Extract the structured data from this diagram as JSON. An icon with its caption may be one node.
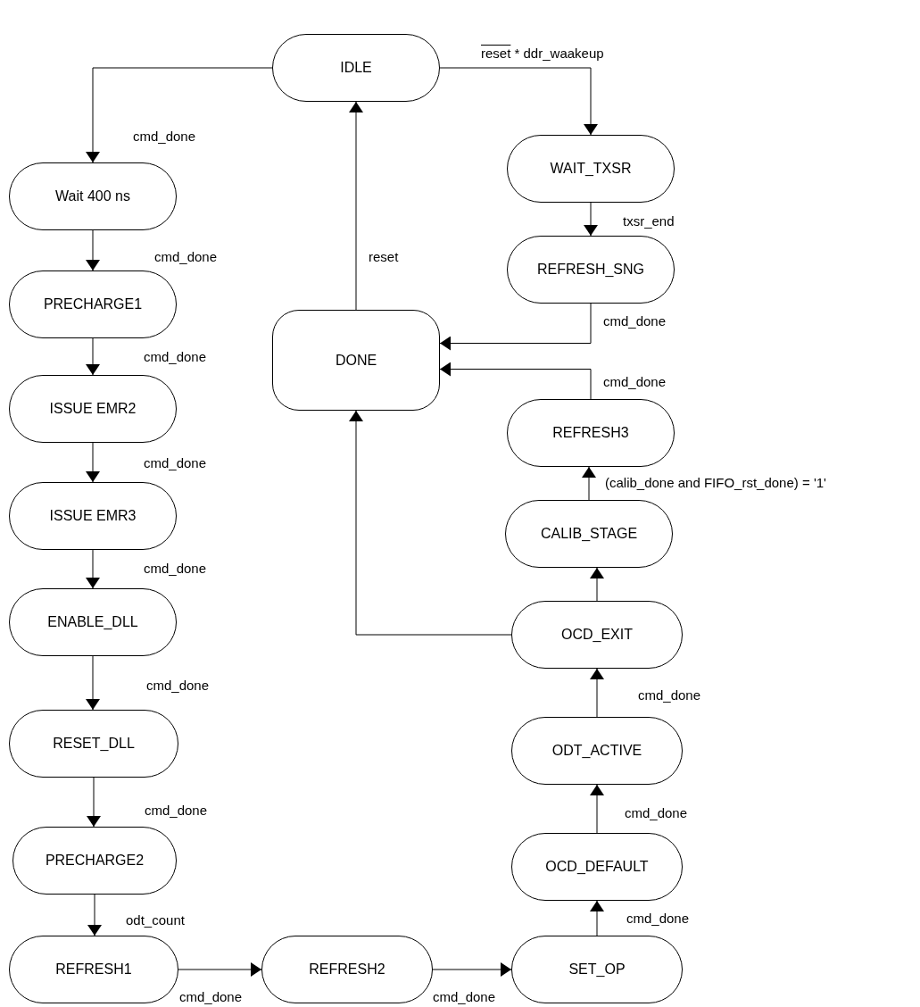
{
  "diagram": {
    "nodes": [
      {
        "text": [
          "IDLE"
        ]
      },
      {
        "text": [
          "Wait 400 ns"
        ]
      },
      {
        "text": [
          "WAIT_TXSR"
        ]
      },
      {
        "text": [
          "PRECHARGE1"
        ]
      },
      {
        "text": [
          "REFRESH_SNG"
        ]
      },
      {
        "text": [
          "DONE"
        ]
      },
      {
        "text": [
          "ISSUE EMR2"
        ]
      },
      {
        "text": [
          "REFRESH3"
        ]
      },
      {
        "text": [
          "CALIB_STAGE"
        ]
      },
      {
        "text": [
          "ISSUE EMR3"
        ]
      },
      {
        "text": [
          "ENABLE_DLL"
        ]
      },
      {
        "text": [
          "OCD_EXIT"
        ]
      },
      {
        "text": [
          "RESET_DLL"
        ]
      },
      {
        "text": [
          "ODT_ACTIVE"
        ]
      },
      {
        "text": [
          "PRECHARGE2"
        ]
      },
      {
        "text": [
          "OCD_DEFAULT"
        ]
      },
      {
        "text": [
          "REFRESH1"
        ]
      },
      {
        "text": [
          "REFRESH2"
        ]
      },
      {
        "text": [
          "SET_OP"
        ]
      }
    ],
    "edges": [
      {
        "from": 0,
        "to": 1,
        "arrow": "to",
        "label": "cmd_done"
      },
      {
        "from": 1,
        "to": 3,
        "arrow": "to",
        "label": "cmd_done"
      },
      {
        "from": 3,
        "to": 6,
        "arrow": "to",
        "label": "cmd_done"
      },
      {
        "from": 6,
        "to": 9,
        "arrow": "to",
        "label": "cmd_done"
      },
      {
        "from": 9,
        "to": 10,
        "arrow": "to",
        "label": "cmd_done"
      },
      {
        "from": 10,
        "to": 12,
        "arrow": "to",
        "label": "cmd_done"
      },
      {
        "from": 12,
        "to": 14,
        "arrow": "to",
        "label": "cmd_done"
      },
      {
        "from": 14,
        "to": 16,
        "arrow": "to",
        "label": "odt_count"
      },
      {
        "from": 16,
        "to": 17,
        "arrow": "to",
        "label": "cmd_done"
      },
      {
        "from": 17,
        "to": 18,
        "arrow": "to",
        "label": "cmd_done"
      },
      {
        "from": 18,
        "to": 15,
        "arrow": "to",
        "label": "cmd_done"
      },
      {
        "from": 15,
        "to": 13,
        "arrow": "to",
        "label": "cmd_done"
      },
      {
        "from": 13,
        "to": 11,
        "arrow": "to",
        "label": "cmd_done"
      },
      {
        "from": 11,
        "to": 8,
        "arrow": "to"
      },
      {
        "from": 11,
        "to": 5,
        "arrow": "to"
      },
      {
        "from": 8,
        "to": 7,
        "arrow": "to",
        "label": "(calib_done and FIFO_rst_done) = '1'"
      },
      {
        "from": 7,
        "to": 5,
        "arrow": "to",
        "label": "cmd_done"
      },
      {
        "from": 4,
        "to": 5,
        "arrow": "to",
        "label": "cmd_done"
      },
      {
        "from": 2,
        "to": 4,
        "arrow": "to",
        "label": "txsr_end"
      },
      {
        "from": 0,
        "to": 2,
        "arrow": "to",
        "label": "reset * ddr_waakeup"
      },
      {
        "from": 5,
        "to": 0,
        "arrow": "to",
        "label": "reset"
      }
    ]
  }
}
